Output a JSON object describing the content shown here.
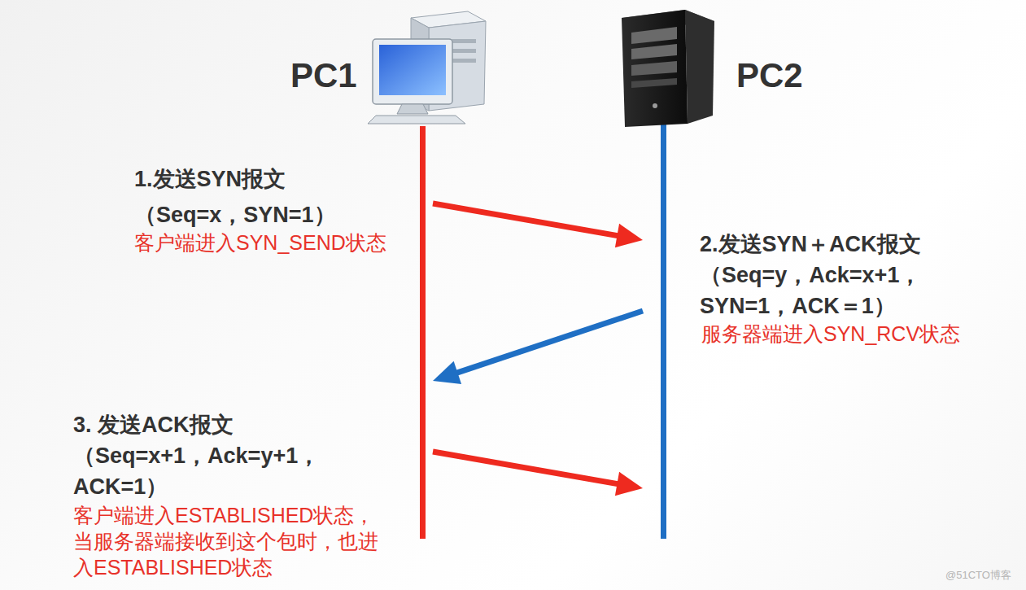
{
  "diagram": {
    "nodes": [
      {
        "text": [
          "PC1"
        ]
      },
      {
        "text": [
          "PC2"
        ]
      }
    ],
    "edges": [
      {
        "from": 0,
        "to": 1,
        "arrow": "to"
      },
      {
        "from": 1,
        "to": 0,
        "arrow": "to"
      },
      {
        "from": 0,
        "to": 1,
        "arrow": "to"
      }
    ],
    "labels": [
      "1.发送SYN报文 （Seq=x，SYN=1）",
      "客户端进入SYN_SEND状态",
      "2.发送SYN＋ACK报文 （Seq=y，Ack=x+1， SYN=1，ACK＝1）",
      "服务器端进入SYN_RCV状态",
      "3. 发送ACK报文 （Seq=x+1，Ack=y+1， ACK=1）",
      "客户端进入ESTABLISHED状态， 当服务器端接收到这个包时，也进 入ESTABLISHED状态",
      "@51CTO博客"
    ]
  }
}
